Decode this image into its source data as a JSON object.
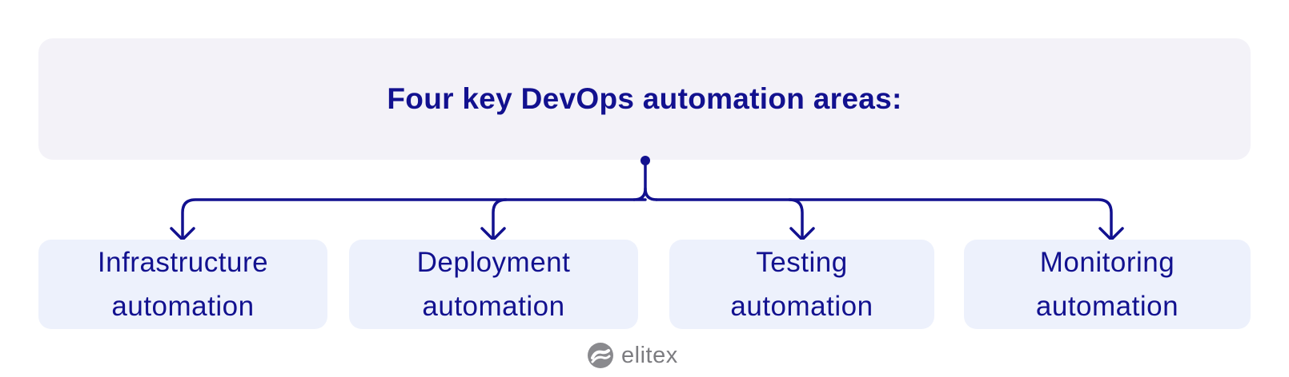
{
  "header": {
    "title": "Four key DevOps automation areas:"
  },
  "areas": [
    {
      "line1": "Infrastructure",
      "line2": "automation"
    },
    {
      "line1": "Deployment",
      "line2": "automation"
    },
    {
      "line1": "Testing",
      "line2": "automation"
    },
    {
      "line1": "Monitoring",
      "line2": "automation"
    }
  ],
  "logo": {
    "text": "elitex",
    "icon": "elitex-logo-icon"
  },
  "colors": {
    "accent": "#12118f",
    "header_bg": "#f3f2f8",
    "box_bg": "#edf1fc",
    "logo": "#8a8a8e"
  }
}
